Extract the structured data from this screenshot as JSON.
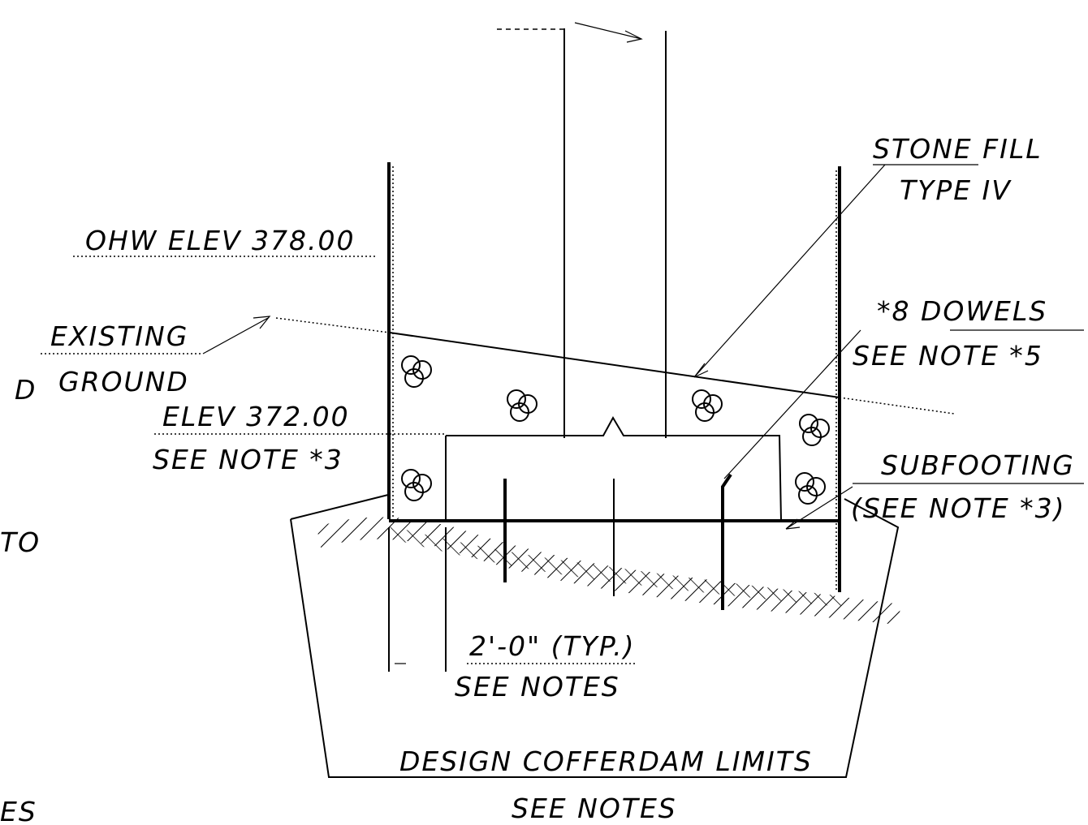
{
  "labels": {
    "stone_fill_1": "STONE FILL",
    "stone_fill_2": "TYPE IV",
    "ohw": "OHW ELEV 378.00",
    "existing": "EXISTING",
    "ground": "GROUND",
    "dowels": "*8 DOWELS",
    "dowels_note": "SEE NOTE *5",
    "elev": "ELEV 372.00",
    "elev_note": "SEE NOTE *3",
    "subfooting": "SUBFOOTING",
    "subfooting_note": "(SEE NOTE *3)",
    "typ": "2'-0\" (TYP.)",
    "typ_note": "SEE NOTES",
    "cofferdam": "DESIGN COFFERDAM LIMITS",
    "cofferdam_note": "SEE NOTES",
    "left_frag_1": "D",
    "left_frag_2": "TO",
    "left_frag_3": "ES"
  }
}
